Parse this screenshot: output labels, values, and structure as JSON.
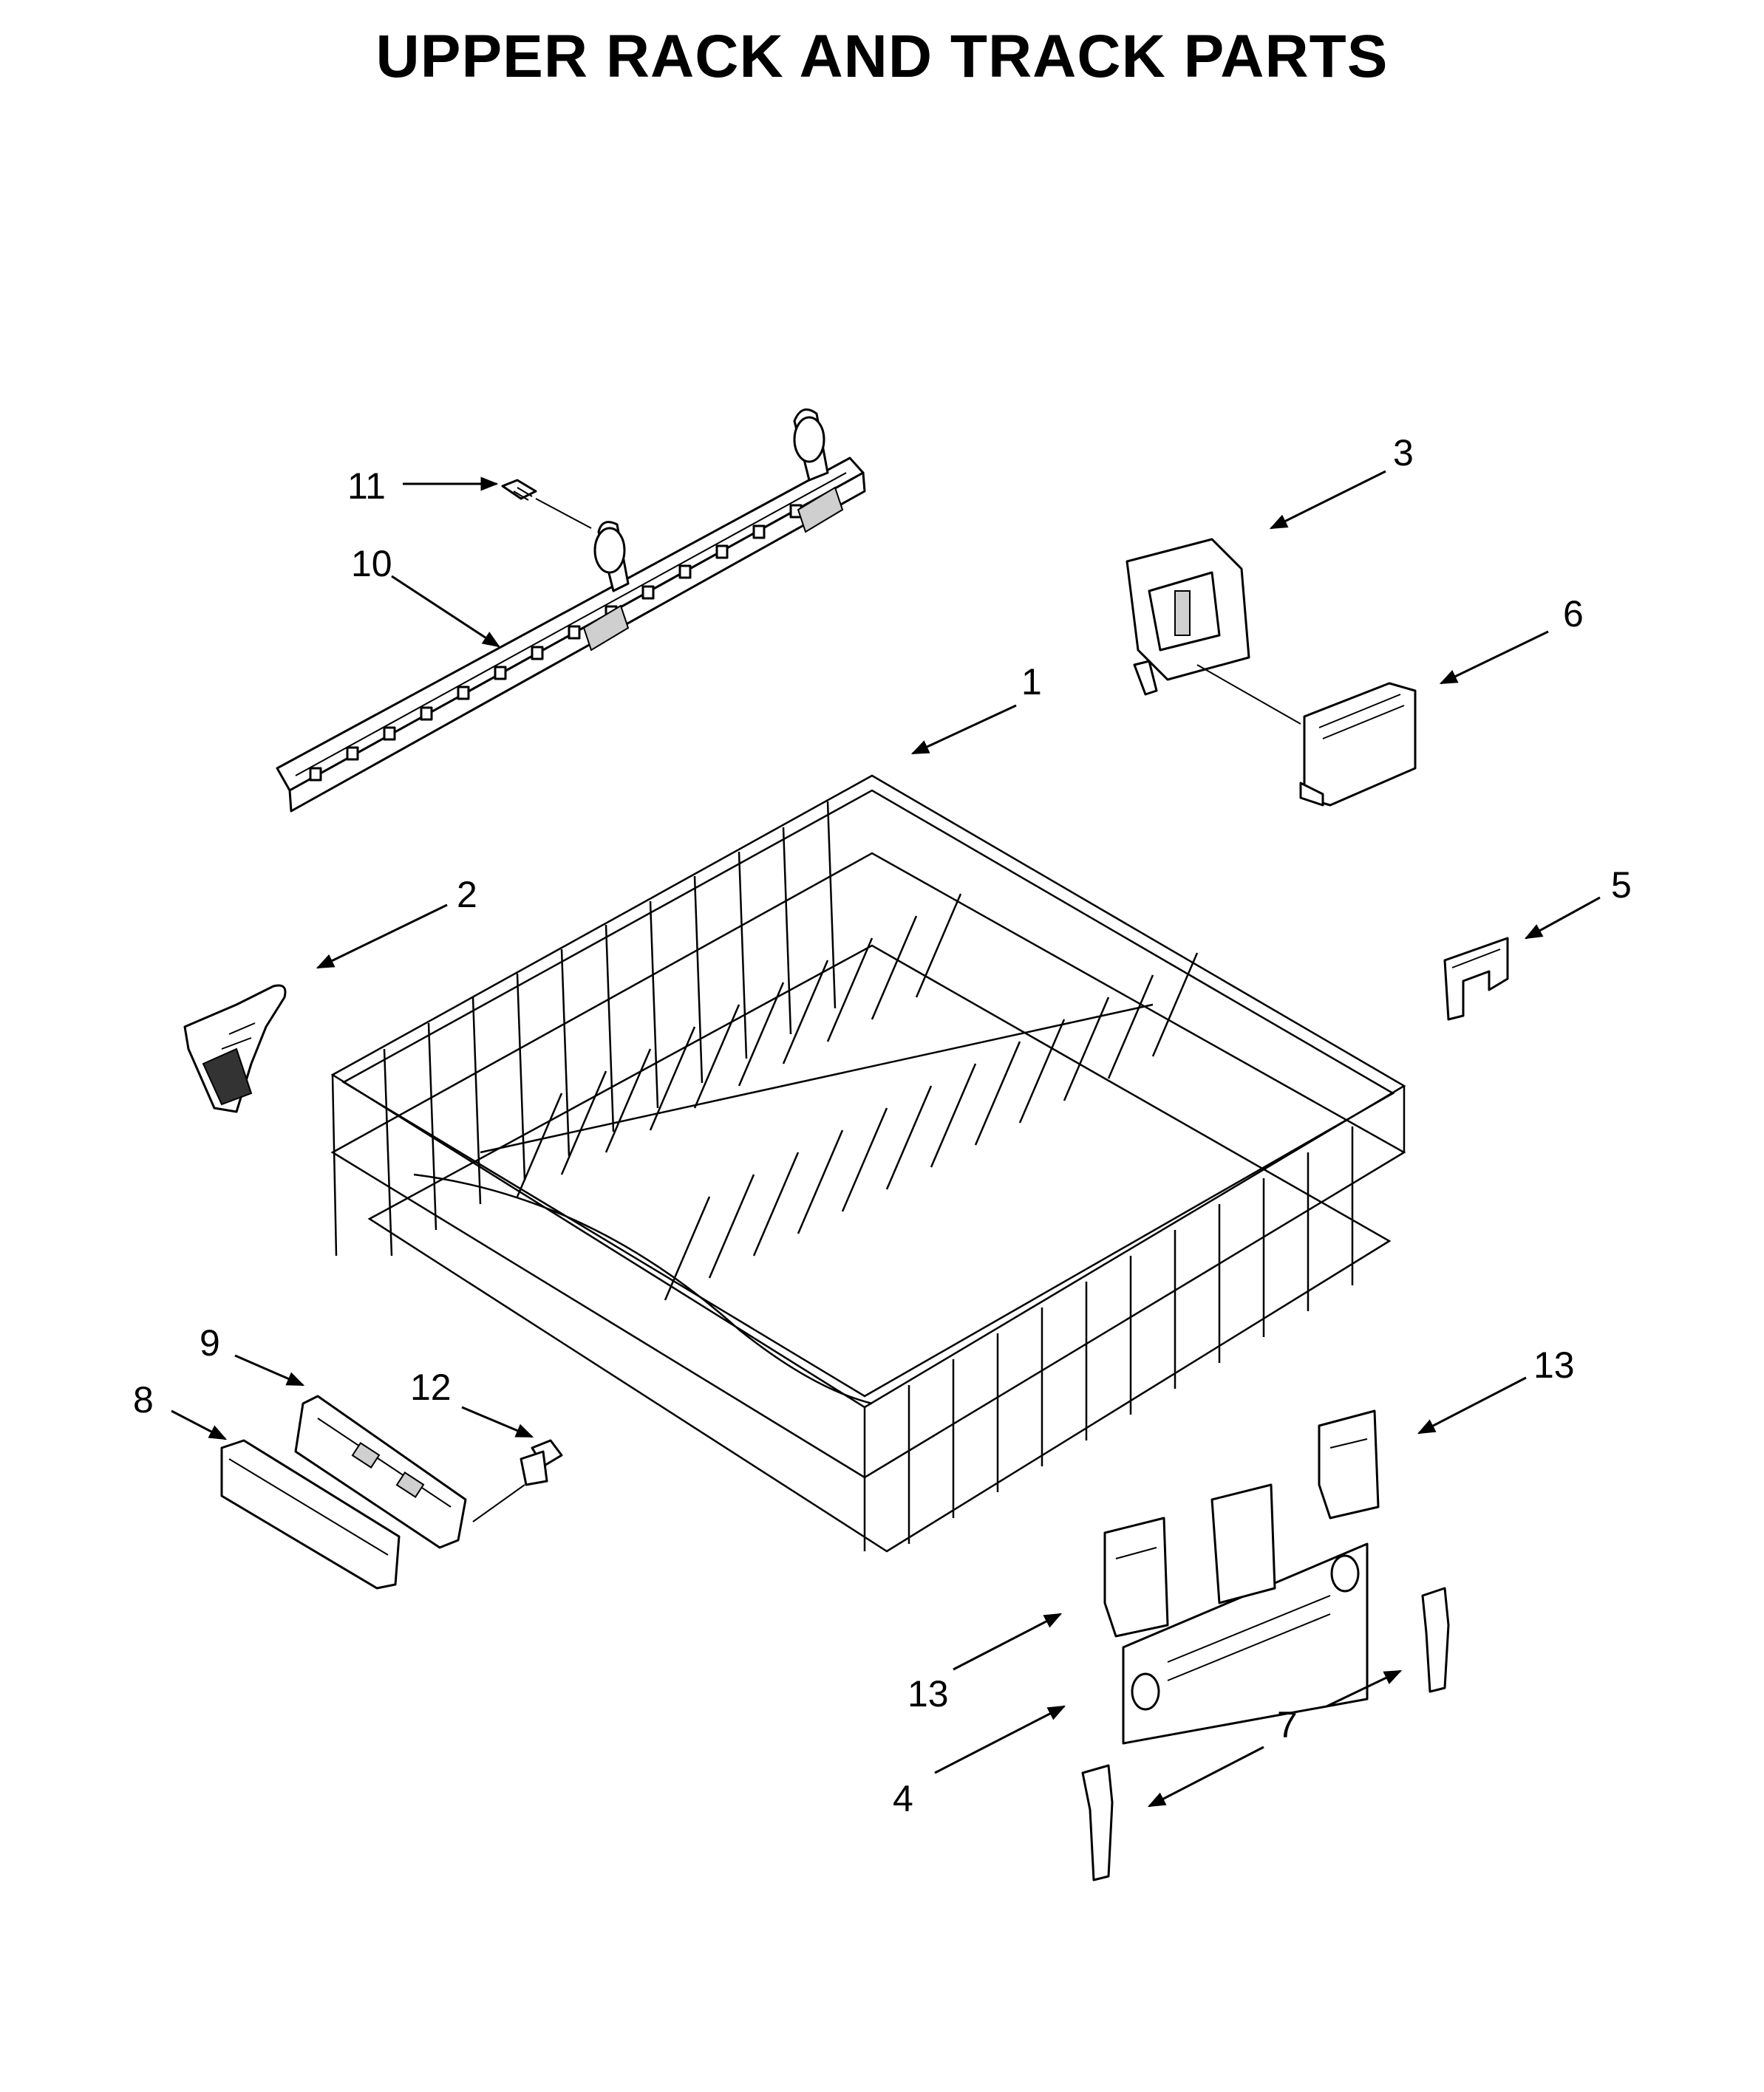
{
  "title": "UPPER RACK AND TRACK PARTS",
  "callouts": {
    "c1": "1",
    "c2": "2",
    "c3": "3",
    "c4": "4",
    "c5": "5",
    "c6": "6",
    "c7": "7",
    "c8": "8",
    "c9": "9",
    "c10": "10",
    "c11": "11",
    "c12": "12",
    "c13a": "13",
    "c13b": "13"
  }
}
